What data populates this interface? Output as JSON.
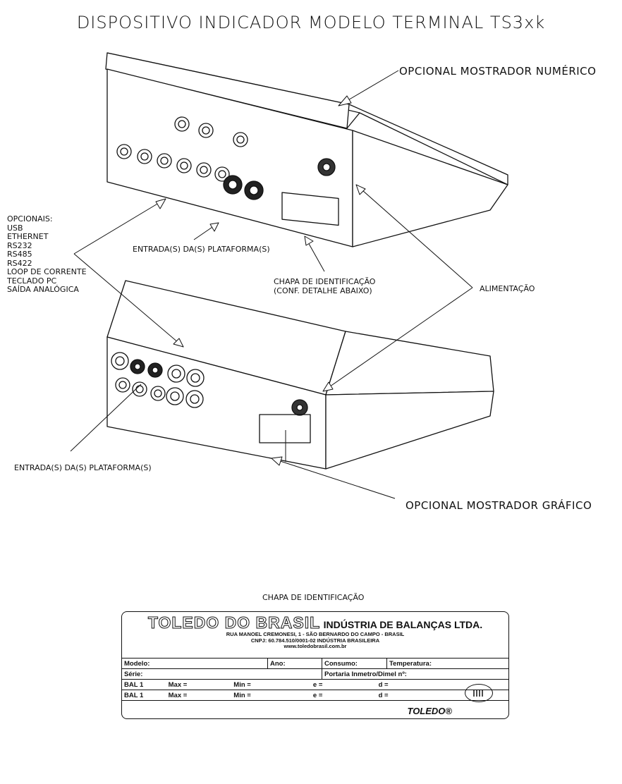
{
  "title": "DISPOSITIVO INDICADOR MODELO TERMINAL TS3xk",
  "labels": {
    "opt_numeric": "OPCIONAL MOSTRADOR NUMÉRICO",
    "opt_graphic": "OPCIONAL MOSTRADOR GRÁFICO",
    "entrada_top": "ENTRADA(S) DA(S) PLATAFORMA(S)",
    "entrada_bottom": "ENTRADA(S) DA(S) PLATAFORMA(S)",
    "chapa_line1": "CHAPA DE IDENTIFICAÇÃO",
    "chapa_line2": "(CONF. DETALHE ABAIXO)",
    "alimentacao": "ALIMENTAÇÃO",
    "plate_caption": "CHAPA DE IDENTIFICAÇÃO"
  },
  "optionals": {
    "heading": "OPCIONAIS:",
    "items": [
      "USB",
      "ETHERNET",
      "RS232",
      "RS485",
      "RS422",
      "LOOP DE CORRENTE",
      "TECLADO PC",
      "SAÍDA ANALÓGICA"
    ]
  },
  "plate": {
    "brand": "TOLEDO DO BRASIL",
    "brand_sub": "INDÚSTRIA DE BALANÇAS LTDA.",
    "address": "RUA MANOEL CREMONESI, 1 - SÃO BERNARDO DO CAMPO - BRASIL",
    "cnpj": "CNPJ: 60.784.510/0001-02 INDÚSTRIA BRASILEIRA",
    "web": "www.toledobrasil.com.br",
    "modelo": "Modelo:",
    "ano": "Ano:",
    "consumo": "Consumo:",
    "temperatura": "Temperatura:",
    "serie": "Série:",
    "portaria": "Portaria Inmetro/Dimel nº:",
    "bal1": "BAL 1",
    "bal2": "BAL 1",
    "max": "Max =",
    "min": "Min =",
    "e": "e =",
    "d": "d =",
    "footer_brand": "TOLEDO®"
  }
}
